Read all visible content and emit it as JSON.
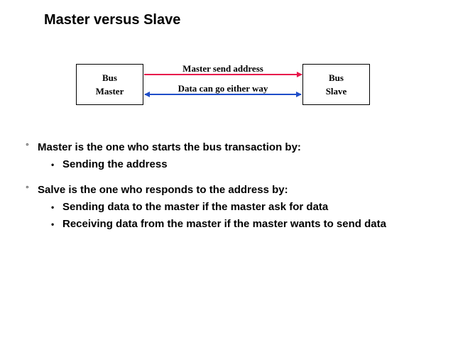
{
  "slide": {
    "title": "Master versus Slave"
  },
  "diagram": {
    "left_box": {
      "line1": "Bus",
      "line2": "Master"
    },
    "right_box": {
      "line1": "Bus",
      "line2": "Slave"
    },
    "top_arrow_label": "Master send address",
    "bottom_arrow_label": "Data can go either way",
    "colors": {
      "top_arrow": "#e8174b",
      "bottom_arrow": "#1f4ec9"
    }
  },
  "bullets": [
    {
      "marker": "°",
      "text": "Master is the one who starts the bus transaction by:",
      "sub": [
        {
          "marker": "•",
          "text": "Sending the address"
        }
      ]
    },
    {
      "marker": "°",
      "text": "Salve is the one who responds to the address by:",
      "sub": [
        {
          "marker": "•",
          "text": "Sending data to the master if the master ask for data"
        },
        {
          "marker": "•",
          "text": "Receiving data from the master if the master wants to send data"
        }
      ]
    }
  ]
}
